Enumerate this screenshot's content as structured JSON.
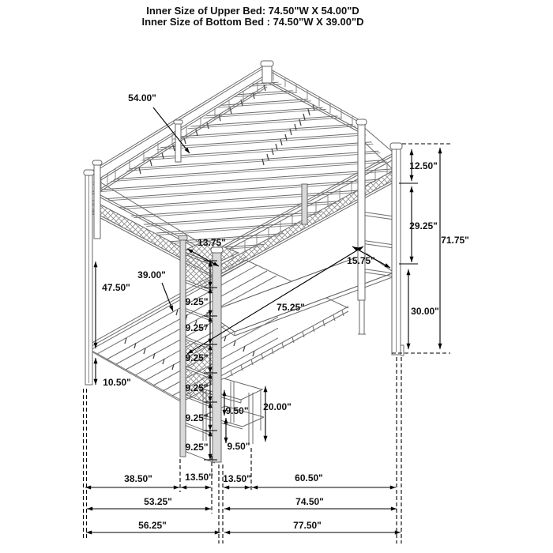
{
  "title": {
    "line1": "Inner Size of Upper Bed: 74.50\"W X 54.00\"D",
    "line2": "Inner Size of Bottom Bed : 74.50\"W X 39.00\"D"
  },
  "dims": {
    "upper_depth": "54.00\"",
    "shelf_depth": "13.75\"",
    "desk_depth": "15.75\"",
    "bottom_depth": "39.00\"",
    "left_clearance": "47.50\"",
    "shelf_gap": "9.25\"",
    "bottom_height": "10.50\"",
    "desk_length": "75.25\"",
    "rail_height": "12.50\"",
    "deck_to_desk": "29.25\"",
    "total_height": "71.75\"",
    "desk_height": "30.00\"",
    "table_height": "20.00\"",
    "table_gap": "9.50\"",
    "w_bed_left": "38.50\"",
    "w_shelf": "13.50\"",
    "w_table": "13.50\"",
    "w_desk_right": "60.50\"",
    "w_53": "53.25\"",
    "w_74": "74.50\"",
    "w_56": "56.25\"",
    "w_77": "77.50\""
  }
}
